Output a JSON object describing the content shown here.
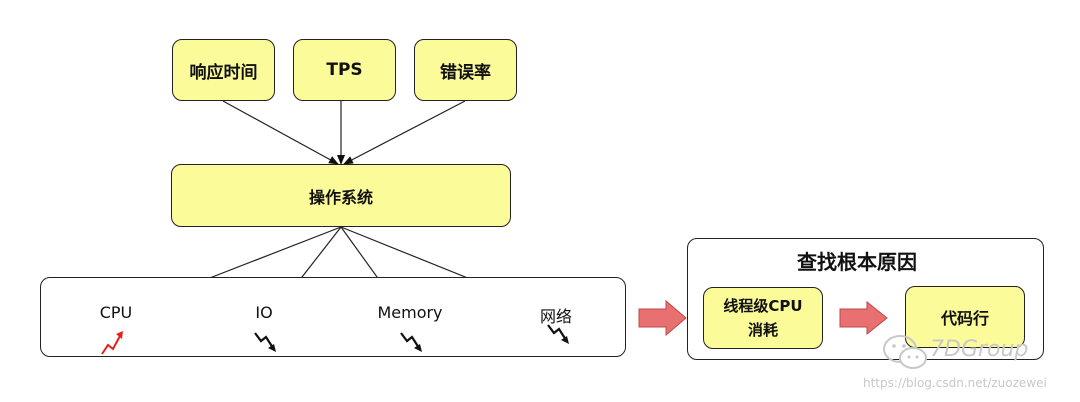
{
  "metrics": [
    "响应时间",
    "TPS",
    "错误率"
  ],
  "os_label": "操作系统",
  "resources": [
    {
      "label": "CPU",
      "trend": "up",
      "trend_color": "#e8201c"
    },
    {
      "label": "IO",
      "trend": "down",
      "trend_color": "#111111"
    },
    {
      "label": "Memory",
      "trend": "down",
      "trend_color": "#111111"
    },
    {
      "label": "网络",
      "trend": "down",
      "trend_color": "#111111"
    }
  ],
  "root_cause": {
    "title": "查找根本原因",
    "thread_line1": "线程级CPU",
    "thread_line2": "消耗",
    "code_line": "代码行"
  },
  "watermark": "7DGroup",
  "url": "https://blog.csdn.net/zuozewei",
  "colors": {
    "box_fill": "#fbfb9a",
    "arrow_fill": "#e87070",
    "up_trend": "#e8201c",
    "down_trend": "#111111"
  },
  "icons": [
    "up-trend-icon",
    "down-trend-icon",
    "right-arrow-icon",
    "wechat-icon"
  ]
}
